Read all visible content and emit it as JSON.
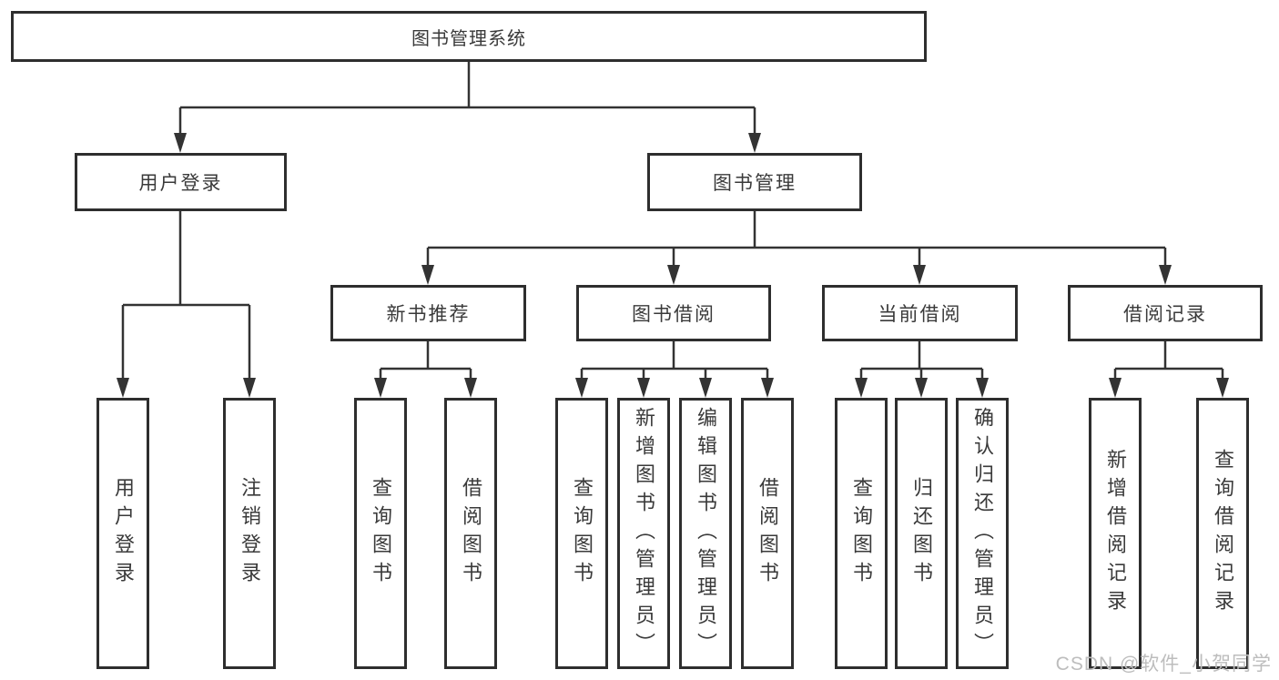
{
  "diagram": {
    "root": {
      "label": "图书管理系统"
    },
    "level2": [
      {
        "label": "用户登录"
      },
      {
        "label": "图书管理"
      }
    ],
    "level3": [
      {
        "label": "新书推荐"
      },
      {
        "label": "图书借阅"
      },
      {
        "label": "当前借阅"
      },
      {
        "label": "借阅记录"
      }
    ],
    "leaf_groups": [
      {
        "items": [
          "用户登录",
          "注销登录"
        ]
      },
      {
        "items": [
          "查询图书",
          "借阅图书"
        ]
      },
      {
        "items": [
          "查询图书",
          "新增图书（管理员）",
          "编辑图书（管理员）",
          "借阅图书"
        ]
      },
      {
        "items": [
          "查询图书",
          "归还图书",
          "确认归还（管理员）"
        ]
      },
      {
        "items": [
          "新增借阅记录",
          "查询借阅记录"
        ]
      }
    ]
  },
  "watermark": "CSDN @软件_小贺同学",
  "colors": {
    "line": "#333333",
    "box_border": "#2e2e2e",
    "text": "#3a3a3a",
    "background": "#ffffff",
    "watermark": "#bdbdbd"
  }
}
